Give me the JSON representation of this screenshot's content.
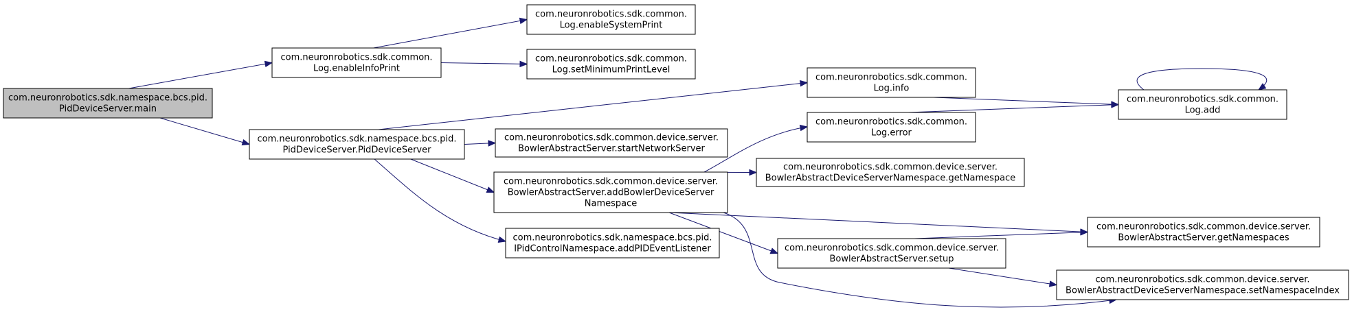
{
  "diagram": {
    "colors": {
      "node_border": "#000000",
      "root_fill": "#bfbfbf",
      "edge": "#191970",
      "background": "#ffffff"
    },
    "nodes": [
      {
        "id": "main",
        "lines": [
          "com.neuronrobotics.sdk.namespace.bcs.pid.",
          "PidDeviceServer.main"
        ],
        "root": true
      },
      {
        "id": "enableInfoPrint",
        "lines": [
          "com.neuronrobotics.sdk.common.",
          "Log.enableInfoPrint"
        ]
      },
      {
        "id": "pidDeviceServer",
        "lines": [
          "com.neuronrobotics.sdk.namespace.bcs.pid.",
          "PidDeviceServer.PidDeviceServer"
        ]
      },
      {
        "id": "enableSystemPrint",
        "lines": [
          "com.neuronrobotics.sdk.common.",
          "Log.enableSystemPrint"
        ]
      },
      {
        "id": "setMinimumPrintLevel",
        "lines": [
          "com.neuronrobotics.sdk.common.",
          "Log.setMinimumPrintLevel"
        ]
      },
      {
        "id": "startNetworkServer",
        "lines": [
          "com.neuronrobotics.sdk.common.device.server.",
          "BowlerAbstractServer.startNetworkServer"
        ]
      },
      {
        "id": "addBowlerDeviceServerNamespace",
        "lines": [
          "com.neuronrobotics.sdk.common.device.server.",
          "BowlerAbstractServer.addBowlerDeviceServer",
          "Namespace"
        ]
      },
      {
        "id": "addPIDEventListener",
        "lines": [
          "com.neuronrobotics.sdk.namespace.bcs.pid.",
          "IPidControlNamespace.addPIDEventListener"
        ]
      },
      {
        "id": "logInfo",
        "lines": [
          "com.neuronrobotics.sdk.common.",
          "Log.info"
        ]
      },
      {
        "id": "logError",
        "lines": [
          "com.neuronrobotics.sdk.common.",
          "Log.error"
        ]
      },
      {
        "id": "getNamespace",
        "lines": [
          "com.neuronrobotics.sdk.common.device.server.",
          "BowlerAbstractDeviceServerNamespace.getNamespace"
        ]
      },
      {
        "id": "setup",
        "lines": [
          "com.neuronrobotics.sdk.common.device.server.",
          "BowlerAbstractServer.setup"
        ]
      },
      {
        "id": "logAdd",
        "lines": [
          "com.neuronrobotics.sdk.common.",
          "Log.add"
        ]
      },
      {
        "id": "getNamespaces",
        "lines": [
          "com.neuronrobotics.sdk.common.device.server.",
          "BowlerAbstractServer.getNamespaces"
        ]
      },
      {
        "id": "setNamespaceIndex",
        "lines": [
          "com.neuronrobotics.sdk.common.device.server.",
          "BowlerAbstractDeviceServerNamespace.setNamespaceIndex"
        ]
      }
    ],
    "edges": [
      {
        "from": "main",
        "to": "enableInfoPrint"
      },
      {
        "from": "main",
        "to": "pidDeviceServer"
      },
      {
        "from": "enableInfoPrint",
        "to": "enableSystemPrint"
      },
      {
        "from": "enableInfoPrint",
        "to": "setMinimumPrintLevel"
      },
      {
        "from": "pidDeviceServer",
        "to": "logInfo"
      },
      {
        "from": "pidDeviceServer",
        "to": "startNetworkServer"
      },
      {
        "from": "pidDeviceServer",
        "to": "addBowlerDeviceServerNamespace"
      },
      {
        "from": "pidDeviceServer",
        "to": "addPIDEventListener"
      },
      {
        "from": "addBowlerDeviceServerNamespace",
        "to": "logError"
      },
      {
        "from": "addBowlerDeviceServerNamespace",
        "to": "getNamespace"
      },
      {
        "from": "addBowlerDeviceServerNamespace",
        "to": "getNamespaces"
      },
      {
        "from": "addBowlerDeviceServerNamespace",
        "to": "setup"
      },
      {
        "from": "addBowlerDeviceServerNamespace",
        "to": "setNamespaceIndex"
      },
      {
        "from": "logInfo",
        "to": "logAdd"
      },
      {
        "from": "logError",
        "to": "logAdd"
      },
      {
        "from": "logAdd",
        "to": "logAdd"
      },
      {
        "from": "setup",
        "to": "getNamespaces"
      },
      {
        "from": "setup",
        "to": "setNamespaceIndex"
      }
    ]
  }
}
